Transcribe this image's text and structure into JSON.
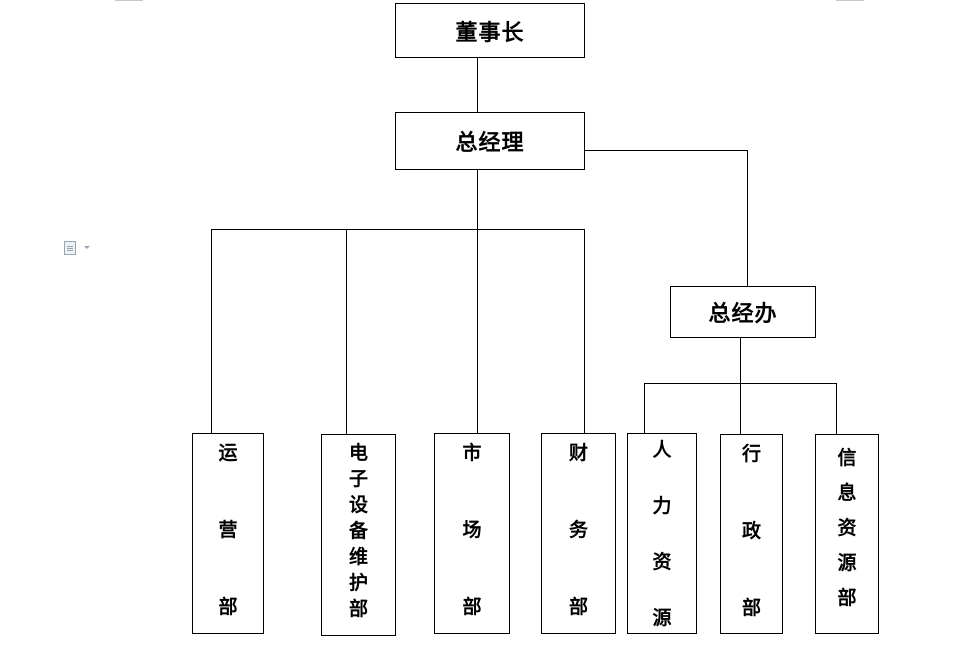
{
  "org_chart": {
    "chairman": "董事长",
    "general_manager": "总经理",
    "gm_office": "总经办",
    "departments": [
      {
        "id": "operations",
        "label": "运营部"
      },
      {
        "id": "equipment",
        "label": "电子设备维护部"
      },
      {
        "id": "marketing",
        "label": "市场部"
      },
      {
        "id": "finance",
        "label": "财务部"
      }
    ],
    "office_departments": [
      {
        "id": "hr",
        "label": "人力资源"
      },
      {
        "id": "admin",
        "label": "行政部"
      },
      {
        "id": "it",
        "label": "信息资源部"
      }
    ]
  }
}
